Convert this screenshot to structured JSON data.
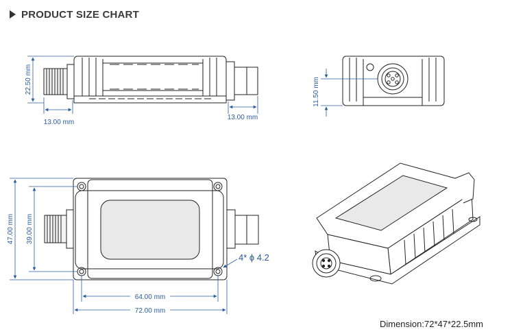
{
  "header": {
    "title": "PRODUCT SIZE CHART"
  },
  "dims": {
    "top_height": "22.50 mm",
    "left_conn": "13.00 mm",
    "right_conn": "13.00 mm",
    "side_offset": "11.50 mm",
    "total_height": "47.00 mm",
    "hole_spacing_v": "39.00 mm",
    "hole_spacing_h": "64.00 mm",
    "total_width": "72.00 mm",
    "holes": "4* ϕ 4.2"
  },
  "footer": {
    "dimension": "Dimension:72*47*22.5mm"
  },
  "colors": {
    "dim": "#2a5aa0",
    "line": "#222222",
    "shade": "#e9e9e9"
  }
}
